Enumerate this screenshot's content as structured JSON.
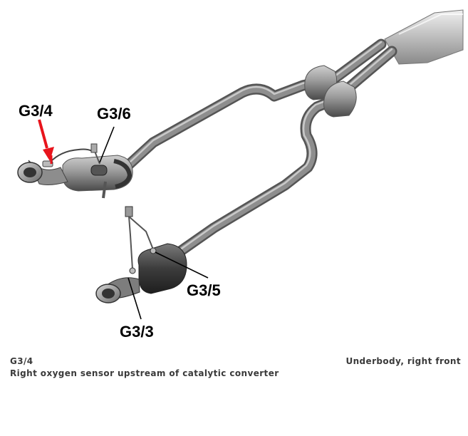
{
  "diagram": {
    "labels": {
      "g3_4": "G3/4",
      "g3_6": "G3/6",
      "g3_5": "G3/5",
      "g3_3": "G3/3"
    },
    "highlight_color": "#e8141c",
    "pipe_color": "#6f6f6f"
  },
  "caption": {
    "component_code": "G3/4",
    "component_description": "Right oxygen sensor upstream of catalytic converter",
    "view": "Underbody, right front"
  }
}
